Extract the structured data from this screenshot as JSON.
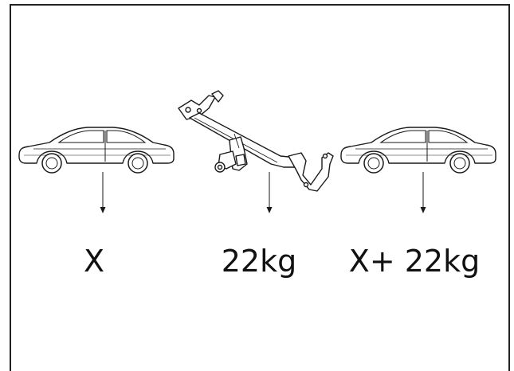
{
  "diagram": {
    "labels": {
      "car_weight": "X",
      "towbar_weight": "22kg",
      "total_weight": "X+ 22kg"
    },
    "items": [
      {
        "icon": "car-icon"
      },
      {
        "icon": "towbar-icon"
      },
      {
        "icon": "car-icon"
      }
    ],
    "colors": {
      "line": "#1a1a1a",
      "frame": "#222222",
      "background": "#ffffff"
    }
  }
}
